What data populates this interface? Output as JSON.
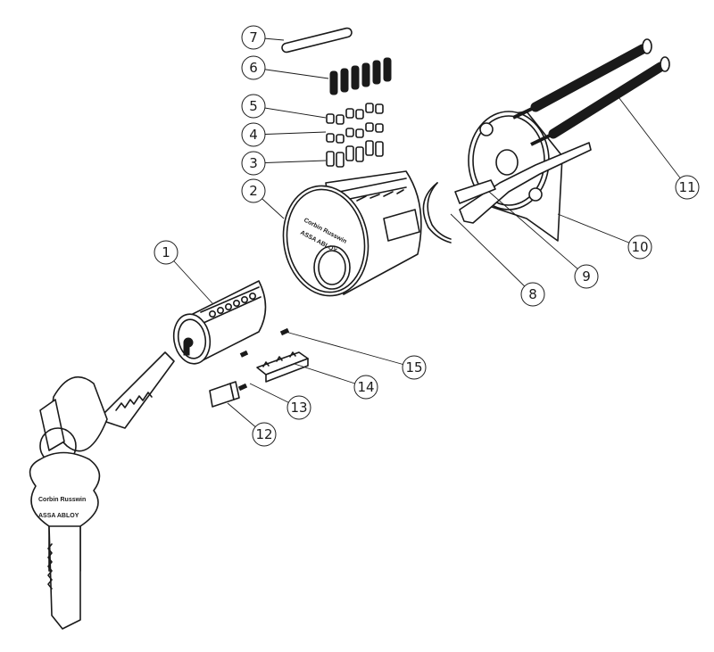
{
  "diagram": {
    "type": "exploded-parts-view",
    "callouts": [
      "1",
      "2",
      "3",
      "4",
      "5",
      "6",
      "7",
      "8",
      "9",
      "10",
      "11",
      "12",
      "13",
      "14",
      "15"
    ],
    "logo_text": [
      "Corbin Russwin",
      "ASSA ABLOY"
    ],
    "line_color": "#1a1a1a",
    "background": "#ffffff"
  }
}
